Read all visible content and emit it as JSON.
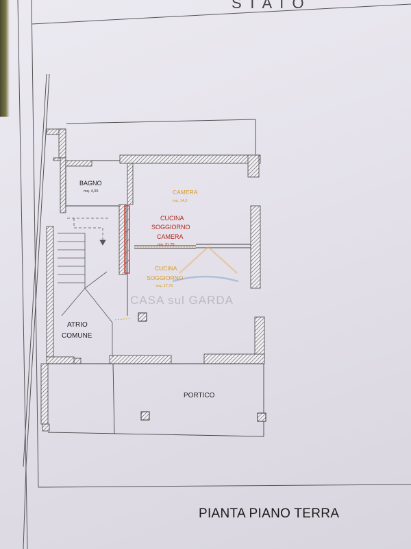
{
  "header": {
    "text": "STATO"
  },
  "rooms": {
    "bagno": {
      "name": "BAGNO",
      "area": "mq. 4,00"
    },
    "camera": {
      "name": "CAMERA",
      "area": "mq. 14,0"
    },
    "cucina_new": {
      "line1": "CUCINA",
      "line2": "SOGGIORNO",
      "line3": "CAMERA",
      "area": "mq. 31,70"
    },
    "cucina_old": {
      "line1": "CUCINA",
      "line2": "SOGGIORNO",
      "area": "mq. 17,70"
    },
    "atrio": {
      "line1": "ATRIO",
      "line2": "COMUNE"
    },
    "portico": {
      "name": "PORTICO"
    }
  },
  "watermark": "CASA sul GARDA",
  "title": "PIANTA PIANO TERRA",
  "colors": {
    "red": "#b3261e",
    "orange": "#d99a1f",
    "wall_hatch": "#555555"
  }
}
